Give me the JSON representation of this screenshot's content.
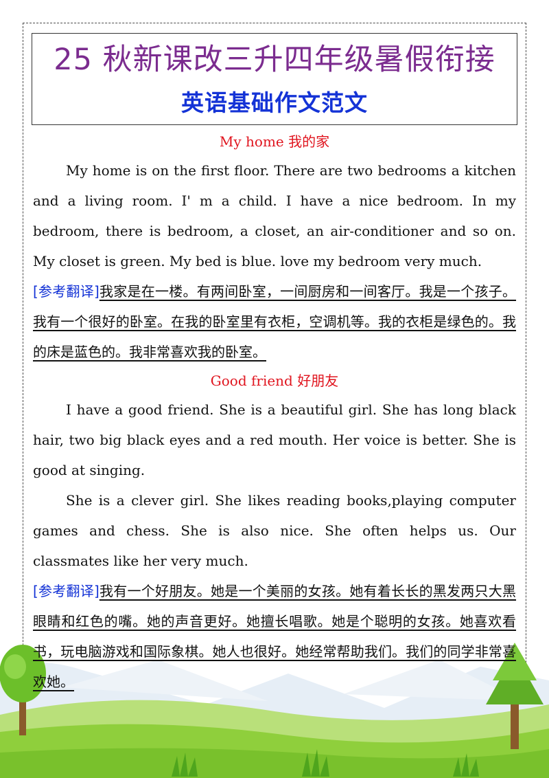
{
  "title": {
    "main": "25 秋新课改三升四年级暑假衔接",
    "sub": "英语基础作文范文"
  },
  "sections": [
    {
      "heading": "My home 我的家",
      "paragraphs": [
        "My home is on the first floor. There are two bedrooms a kitchen and a living room. I' m a child. I have a nice bedroom. In my bedroom, there is bedroom, a closet, an air-conditioner and so on. My closet is green. My bed is blue. love my bedroom very much."
      ],
      "translation_tag": "[参考翻译]",
      "translation": "我家是在一楼。有两间卧室，一间厨房和一间客厅。我是一个孩子。我有一个很好的卧室。在我的卧室里有衣柜，空调机等。我的衣柜是绿色的。我的床是蓝色的。我非常喜欢我的卧室。"
    },
    {
      "heading": "Good friend 好朋友",
      "paragraphs": [
        "I have a good friend. She is a beautiful girl. She has long black hair, two big black eyes and a red mouth. Her voice is better. She is good at singing.",
        "She is a clever girl. She likes reading books,playing computer games and chess. She is also nice. She often helps us. Our classmates like her very much."
      ],
      "translation_tag": "[参考翻译]",
      "translation": "我有一个好朋友。她是一个美丽的女孩。她有着长长的黑发两只大黑眼睛和红色的嘴。她的声音更好。她擅长唱歌。她是个聪明的女孩。她喜欢看书，玩电脑游戏和国际象棋。她人也很好。她经常帮助我们。我们的同学非常喜欢她。"
    }
  ],
  "colors": {
    "title_main": "#7b2c8f",
    "title_sub": "#1433d6",
    "heading": "#e0141e",
    "translation_tag": "#1433d6",
    "grass": "#8fcf3c",
    "tree_canopy": "#6cbf2a",
    "trunk": "#8a5a2b"
  },
  "icons": [
    "landscape-illustration",
    "tree-icon",
    "grass-tuft-icon"
  ]
}
